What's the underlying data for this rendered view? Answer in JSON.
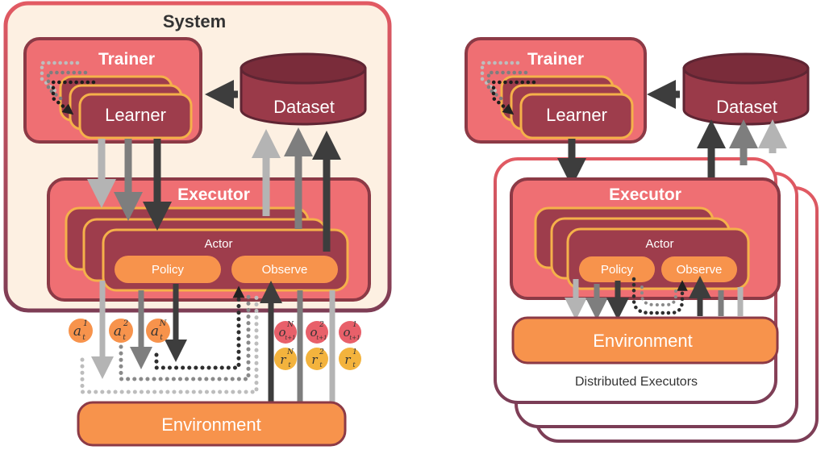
{
  "left": {
    "system_title": "System",
    "trainer_title": "Trainer",
    "learner_label": "Learner",
    "dataset_label": "Dataset",
    "executor_title": "Executor",
    "actor_label": "Actor",
    "policy_label": "Policy",
    "observe_label": "Observe",
    "environment_label": "Environment",
    "action_badges": [
      {
        "base": "a",
        "sub": "t",
        "sup": "1"
      },
      {
        "base": "a",
        "sub": "t",
        "sup": "2"
      },
      {
        "base": "a",
        "sub": "t",
        "sup": "N"
      }
    ],
    "obs_badges": [
      {
        "base": "o",
        "sub": "t+1",
        "sup": "N"
      },
      {
        "base": "o",
        "sub": "t+1",
        "sup": "2"
      },
      {
        "base": "o",
        "sub": "t+1",
        "sup": "1"
      }
    ],
    "reward_badges": [
      {
        "base": "r",
        "sub": "t",
        "sup": "N"
      },
      {
        "base": "r",
        "sub": "t",
        "sup": "2"
      },
      {
        "base": "r",
        "sub": "t",
        "sup": "1"
      }
    ]
  },
  "right": {
    "trainer_title": "Trainer",
    "learner_label": "Learner",
    "dataset_label": "Dataset",
    "executor_title": "Executor",
    "actor_label": "Actor",
    "policy_label": "Policy",
    "observe_label": "Observe",
    "environment_label": "Environment",
    "distributed_label": "Distributed Executors"
  },
  "colors": {
    "system_fill": "#fdf0e2",
    "system_border": "#c9545e",
    "trainer_fill": "#ef6f73",
    "trainer_border": "#8c3a46",
    "learner_fill": "#9e3d4c",
    "learner_border": "#f5b14a",
    "dataset_fill": "#9a3a49",
    "orange": "#f7934c",
    "obs_badge": "#e8606a",
    "reward_badge": "#f3b33d",
    "arrow_light": "#b4b4b4",
    "arrow_mid": "#7e7e7e",
    "arrow_dark": "#3d3d3d"
  }
}
